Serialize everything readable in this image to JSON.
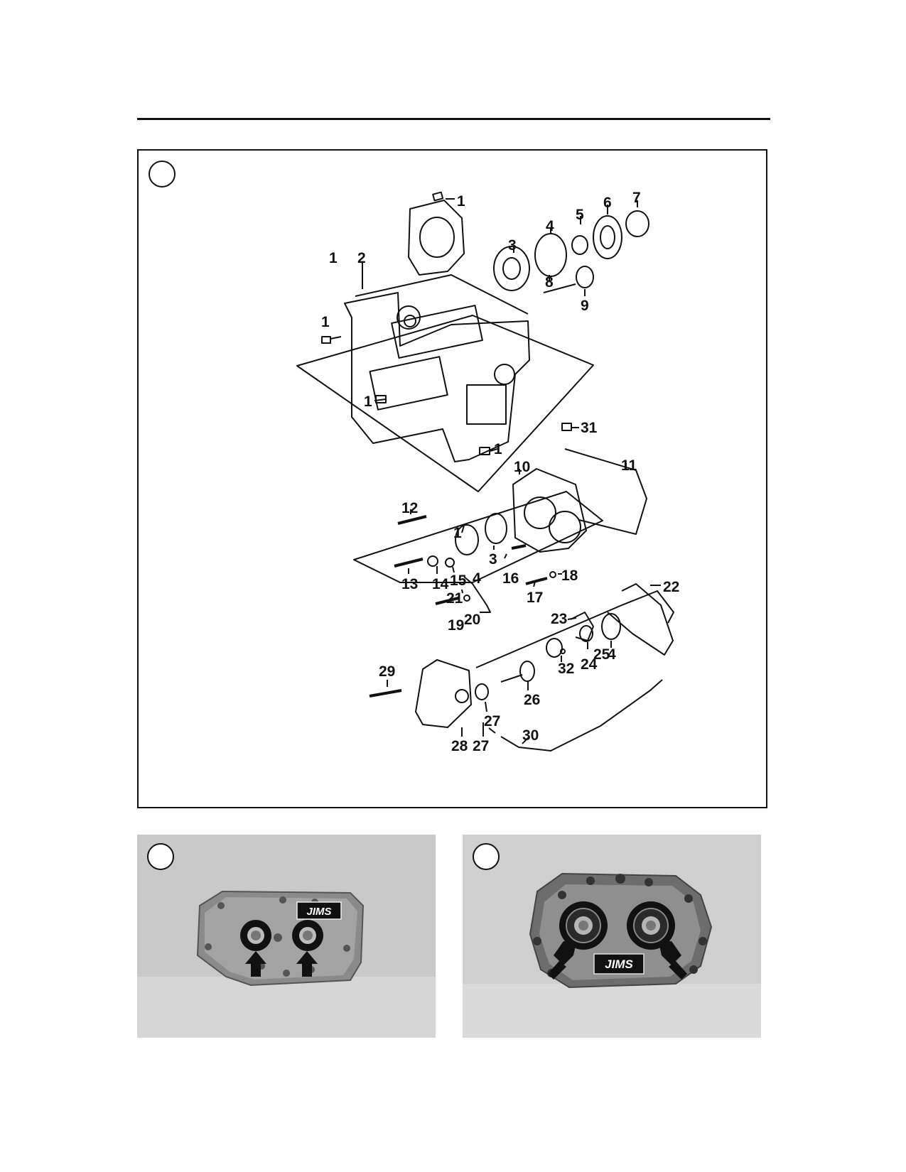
{
  "exploded_view": {
    "part_labels": [
      "1",
      "1",
      "1",
      "1",
      "1",
      "2",
      "3",
      "4",
      "5",
      "6",
      "7",
      "8",
      "9",
      "31",
      "10",
      "11",
      "12",
      "1",
      "3",
      "4",
      "13",
      "14",
      "15",
      "16",
      "17",
      "18",
      "21",
      "19",
      "20",
      "22",
      "23",
      "24",
      "25",
      "4",
      "32",
      "26",
      "29",
      "27",
      "27",
      "28",
      "30"
    ]
  },
  "photos": {
    "left": {
      "logo": "JIMS"
    },
    "right": {
      "logo": "JIMS"
    }
  }
}
